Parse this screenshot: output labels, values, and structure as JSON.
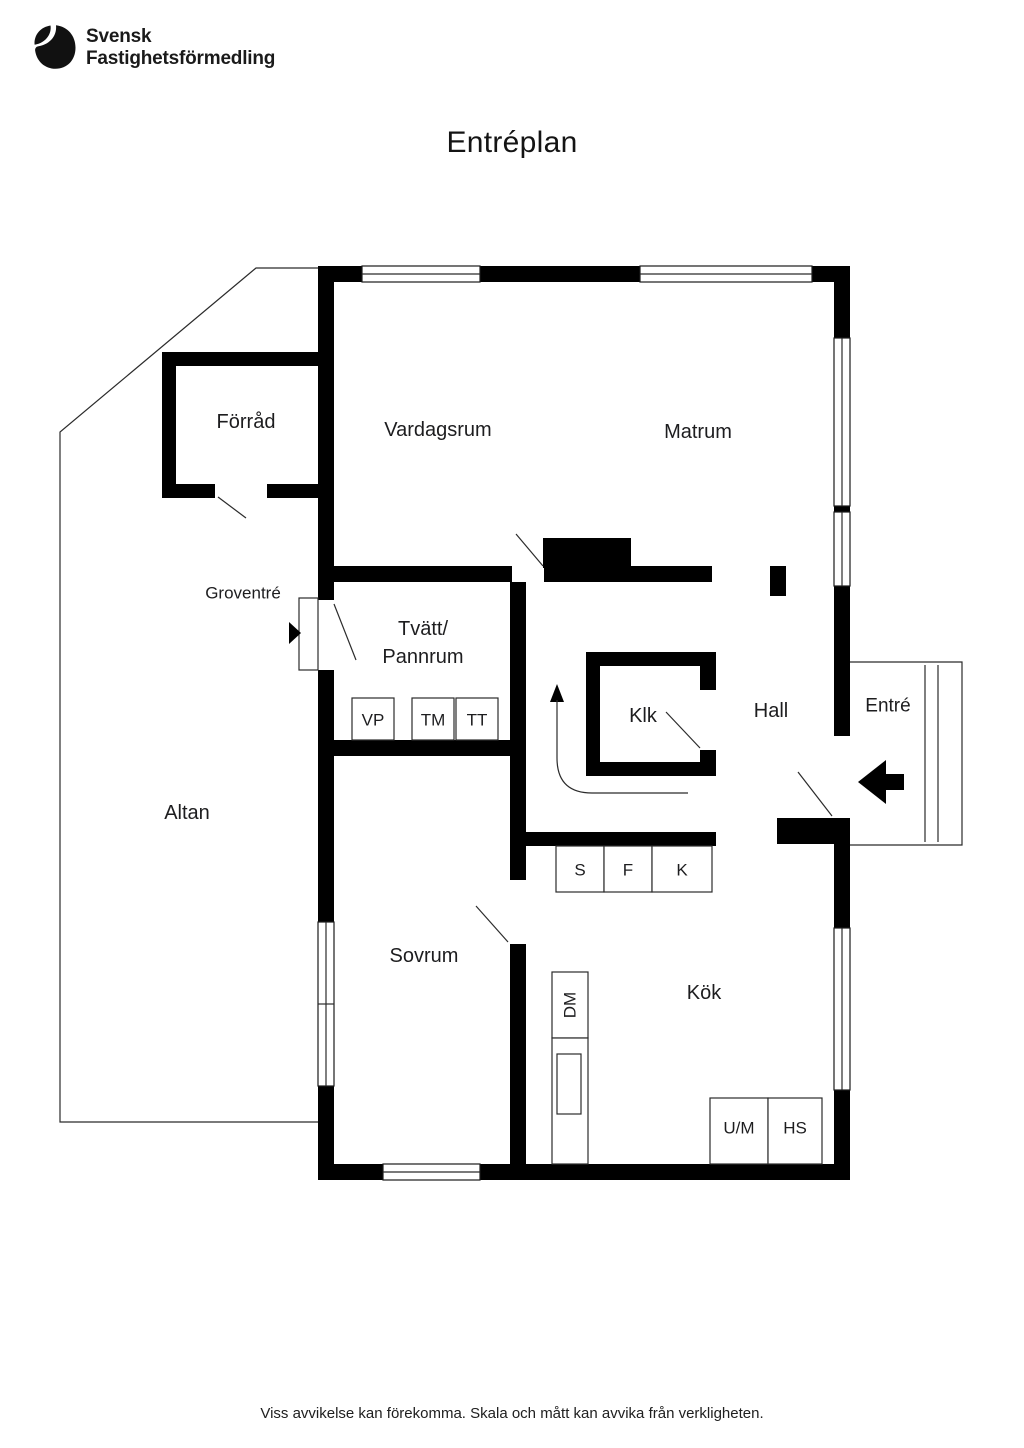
{
  "logo": {
    "name_line1": "Svensk",
    "name_line2": "Fastighetsförmedling"
  },
  "title": "Entréplan",
  "floorplan": {
    "rooms": {
      "forrad": "Förråd",
      "vardagsrum": "Vardagsrum",
      "matrum": "Matrum",
      "groventre": "Groventré",
      "tvatt_line1": "Tvätt/",
      "tvatt_line2": "Pannrum",
      "klk": "Klk",
      "hall": "Hall",
      "entre": "Entré",
      "altan": "Altan",
      "sovrum": "Sovrum",
      "kok": "Kök"
    },
    "fixtures": {
      "vp": "VP",
      "tm": "TM",
      "tt": "TT",
      "s": "S",
      "f": "F",
      "k": "K",
      "dm": "DM",
      "um": "U/M",
      "hs": "HS"
    }
  },
  "footer": {
    "disclaimer": "Viss avvikelse kan förekomma. Skala och mått kan avvika från verkligheten."
  },
  "colors": {
    "wall": "#000000",
    "text": "#1d1d1f",
    "line": "#2b2b2b"
  }
}
